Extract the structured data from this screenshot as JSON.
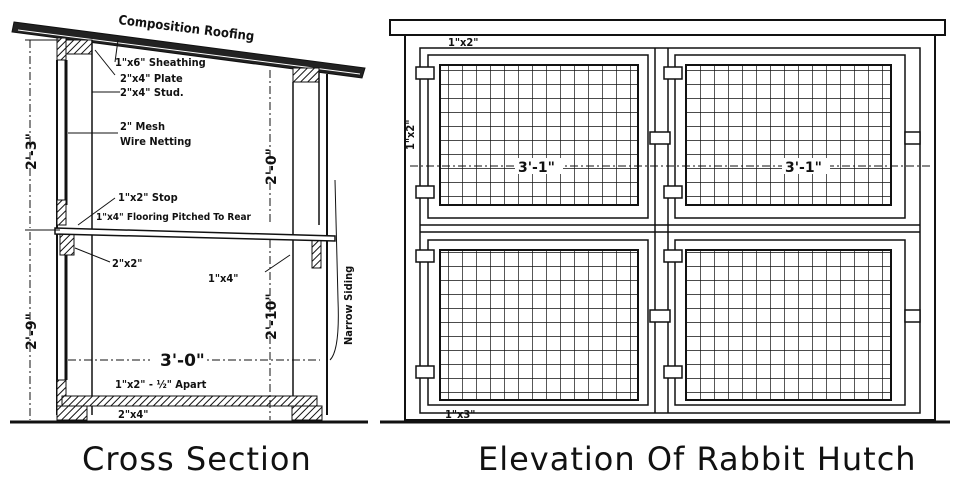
{
  "cross_section": {
    "caption": "Cross Section",
    "labels": {
      "roofing": "Composition Roofing",
      "sheathing": "1\"x6\" Sheathing",
      "plate": "2\"x4\" Plate",
      "stud": "2\"x4\" Stud.",
      "mesh_1": "2\" Mesh",
      "mesh_2": "Wire Netting",
      "stop": "1\"x2\" Stop",
      "flooring": "1\"x4\" Flooring Pitched To Rear",
      "cleat": "2\"x2\"",
      "board": "1\"x4\"",
      "siding": "Narrow Siding",
      "slats": "1\"x2\" - ½\" Apart",
      "sill": "2\"x4\""
    },
    "dimensions": {
      "upper_height": "2'-3\"",
      "lower_height": "2'-9\"",
      "upper_clear": "2'-0\"",
      "lower_clear": "2'-10\"",
      "width": "3'-0\""
    }
  },
  "elevation": {
    "caption": "Elevation Of Rabbit Hutch",
    "labels": {
      "top_rail": "1\"x2\"",
      "side_stile": "1\"x2\"",
      "bottom_rail": "1\"x3\""
    },
    "dimensions": {
      "left_width": "3'-1\"",
      "right_width": "3'-1\""
    }
  }
}
